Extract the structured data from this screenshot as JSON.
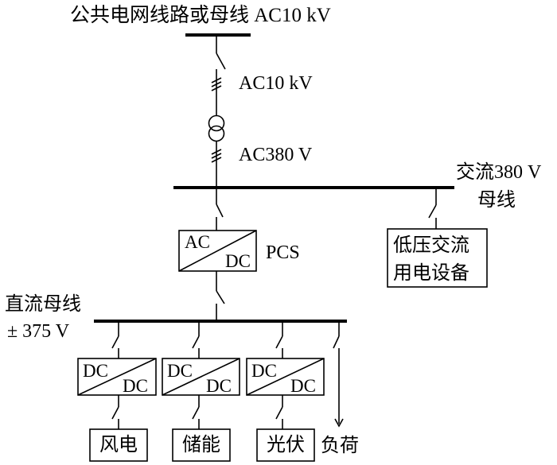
{
  "grid": {
    "label": "公共电网线路或母线 AC10 kV"
  },
  "transformer": {
    "hv_label": "AC10 kV",
    "lv_label": "AC380 V"
  },
  "ac_bus": {
    "label_line1": "交流380 V",
    "label_line2": "母线"
  },
  "lv_equipment": {
    "line1": "低压交流",
    "line2": "用电设备"
  },
  "pcs": {
    "top": "AC",
    "bottom": "DC",
    "name": "PCS"
  },
  "dc_bus": {
    "label_line1": "直流母线",
    "label_line2": "± 375 V"
  },
  "converters": [
    {
      "top": "DC",
      "bottom": "DC",
      "source": "风电"
    },
    {
      "top": "DC",
      "bottom": "DC",
      "source": "储能"
    },
    {
      "top": "DC",
      "bottom": "DC",
      "source": "光伏"
    }
  ],
  "load": {
    "label": "负荷"
  }
}
